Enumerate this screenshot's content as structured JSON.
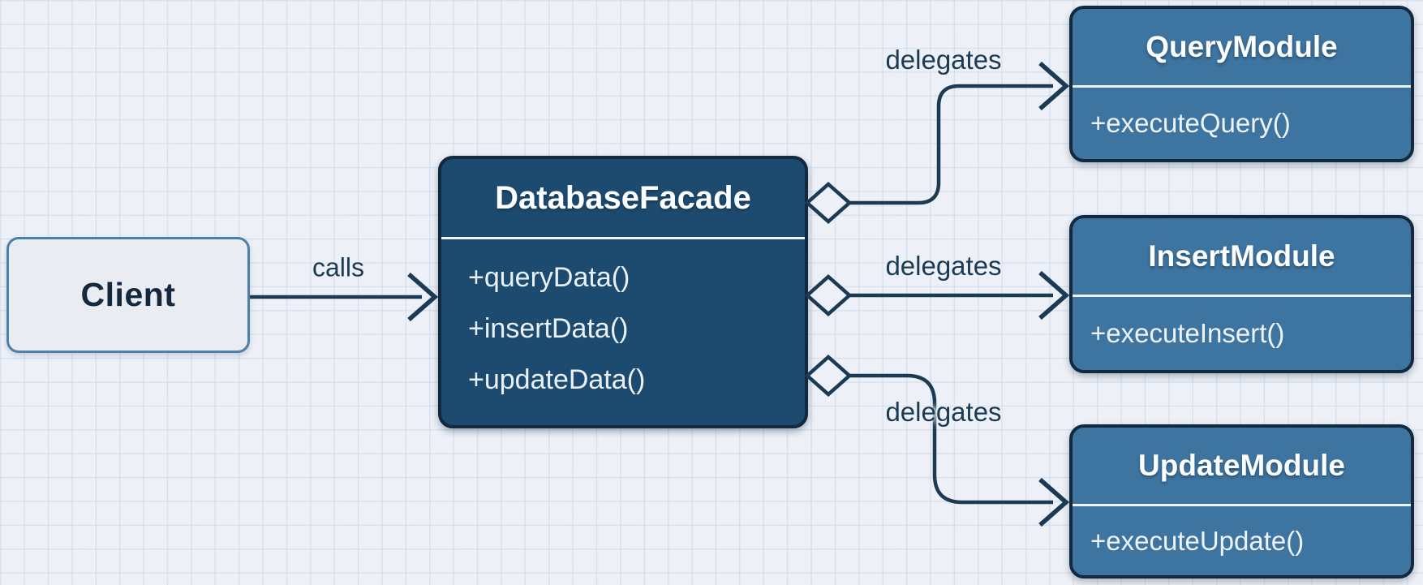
{
  "diagram": {
    "title_hint": "Facade pattern class diagram",
    "colors": {
      "background": "#edf1f7",
      "grid_line": "#c7d3e8",
      "connector": "#1b3a54",
      "client_fill": "#e9ecf1",
      "client_border": "#4d80a6",
      "facade_fill": "#1d4b70",
      "module_fill": "#3e74a0",
      "box_border": "#13293f",
      "text_dark": "#14293e",
      "text_light": "#eef4f9"
    },
    "nodes": {
      "client": {
        "title": "Client"
      },
      "facade": {
        "title": "DatabaseFacade",
        "methods": [
          "+queryData()",
          "+insertData()",
          "+updateData()"
        ]
      },
      "modules": [
        {
          "title": "QueryModule",
          "methods": [
            "+executeQuery()"
          ]
        },
        {
          "title": "InsertModule",
          "methods": [
            "+executeInsert()"
          ]
        },
        {
          "title": "UpdateModule",
          "methods": [
            "+executeUpdate()"
          ]
        }
      ]
    },
    "edges": {
      "calls": {
        "label": "calls"
      },
      "delegates_query": {
        "label": "delegates"
      },
      "delegates_insert": {
        "label": "delegates"
      },
      "delegates_update": {
        "label": "delegates"
      }
    }
  }
}
